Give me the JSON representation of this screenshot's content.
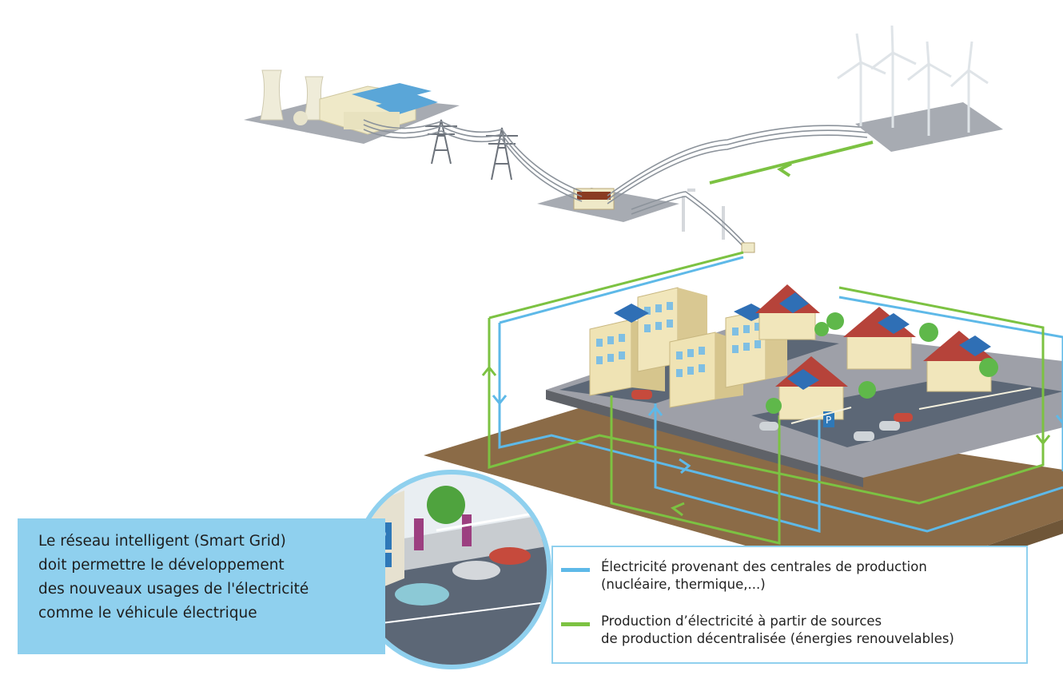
{
  "colors": {
    "central_line": "#5eb9e8",
    "decentral_line": "#7cc242",
    "callout_bg": "#8fd0ee",
    "ground": "#8b6b47",
    "platform": "#9ea0a8"
  },
  "callout": {
    "lines": [
      "Le réseau intelligent (Smart Grid)",
      "doit permettre le développement",
      "des nouveaux usages de l'électricité",
      "comme le véhicule électrique"
    ]
  },
  "legend": {
    "items": [
      {
        "color": "#5eb9e8",
        "lines": [
          "Électricité provenant des centrales de production",
          "(nucléaire, thermique,...)"
        ]
      },
      {
        "color": "#7cc242",
        "lines": [
          "Production d’électricité à partir de sources",
          "de production décentralisée (énergies renouvelables)"
        ]
      }
    ]
  },
  "icons": {
    "power_plant": "power-plant-icon",
    "wind_farm": "wind-turbine-icon",
    "substation": "substation-icon",
    "pylon": "pylon-icon",
    "solar_panel": "solar-panel-icon",
    "parking": "parking-icon",
    "car": "car-icon"
  }
}
